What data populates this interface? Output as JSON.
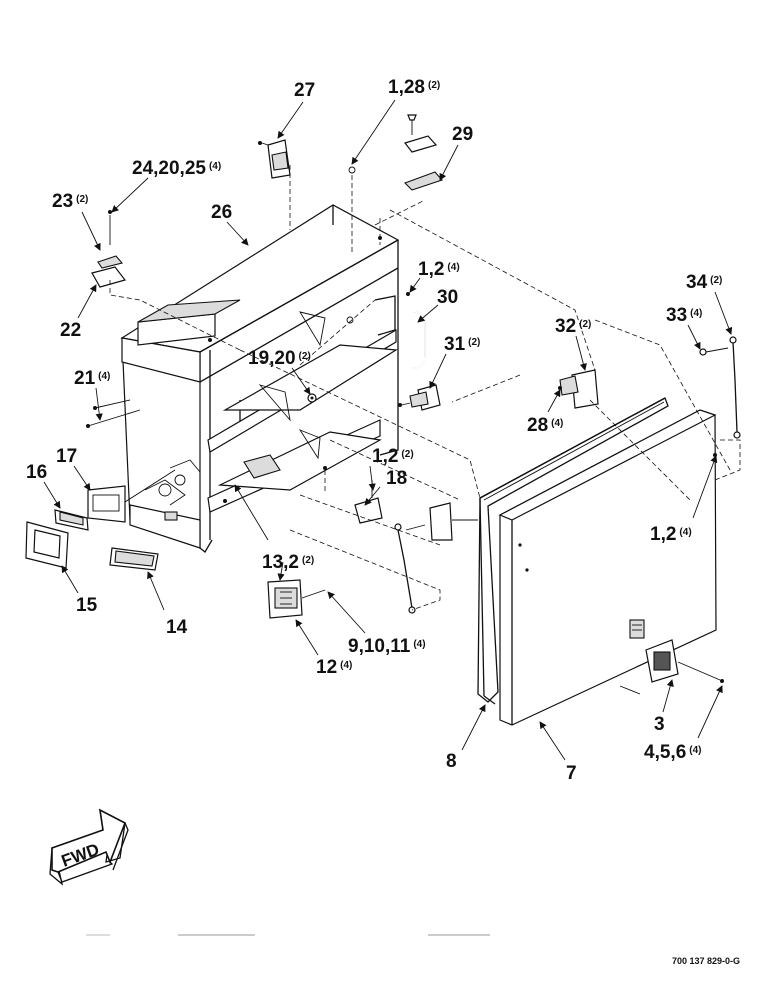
{
  "drawing_number": "700 137 829-0-G",
  "forward_label": "FWD",
  "callouts": [
    {
      "id": "c27",
      "text": "27",
      "qty": ""
    },
    {
      "id": "c1-28",
      "text": "1,28",
      "qty": "(2)"
    },
    {
      "id": "c29",
      "text": "29",
      "qty": ""
    },
    {
      "id": "c24-20-25",
      "text": "24,20,25",
      "qty": "(4)"
    },
    {
      "id": "c23",
      "text": "23",
      "qty": "(2)"
    },
    {
      "id": "c26",
      "text": "26",
      "qty": ""
    },
    {
      "id": "c1-2-top",
      "text": "1,2",
      "qty": "(4)"
    },
    {
      "id": "c30",
      "text": "30",
      "qty": ""
    },
    {
      "id": "c34",
      "text": "34",
      "qty": "(2)"
    },
    {
      "id": "c22",
      "text": "22",
      "qty": ""
    },
    {
      "id": "c32",
      "text": "32",
      "qty": "(2)"
    },
    {
      "id": "c33",
      "text": "33",
      "qty": "(4)"
    },
    {
      "id": "c19-20",
      "text": "19,20",
      "qty": "(2)"
    },
    {
      "id": "c31",
      "text": "31",
      "qty": "(2)"
    },
    {
      "id": "c21",
      "text": "21",
      "qty": "(4)"
    },
    {
      "id": "c28",
      "text": "28",
      "qty": "(4)"
    },
    {
      "id": "c1-2-mid",
      "text": "1,2",
      "qty": "(2)"
    },
    {
      "id": "c18",
      "text": "18",
      "qty": ""
    },
    {
      "id": "c17",
      "text": "17",
      "qty": ""
    },
    {
      "id": "c16",
      "text": "16",
      "qty": ""
    },
    {
      "id": "c1-2-right",
      "text": "1,2",
      "qty": "(4)"
    },
    {
      "id": "c13-2",
      "text": "13,2",
      "qty": "(2)"
    },
    {
      "id": "c15",
      "text": "15",
      "qty": ""
    },
    {
      "id": "c14",
      "text": "14",
      "qty": ""
    },
    {
      "id": "c9-10-11",
      "text": "9,10,11",
      "qty": "(4)"
    },
    {
      "id": "c12",
      "text": "12",
      "qty": "(4)"
    },
    {
      "id": "c3",
      "text": "3",
      "qty": ""
    },
    {
      "id": "c4-5-6",
      "text": "4,5,6",
      "qty": "(4)"
    },
    {
      "id": "c8",
      "text": "8",
      "qty": ""
    },
    {
      "id": "c7",
      "text": "7",
      "qty": ""
    }
  ]
}
